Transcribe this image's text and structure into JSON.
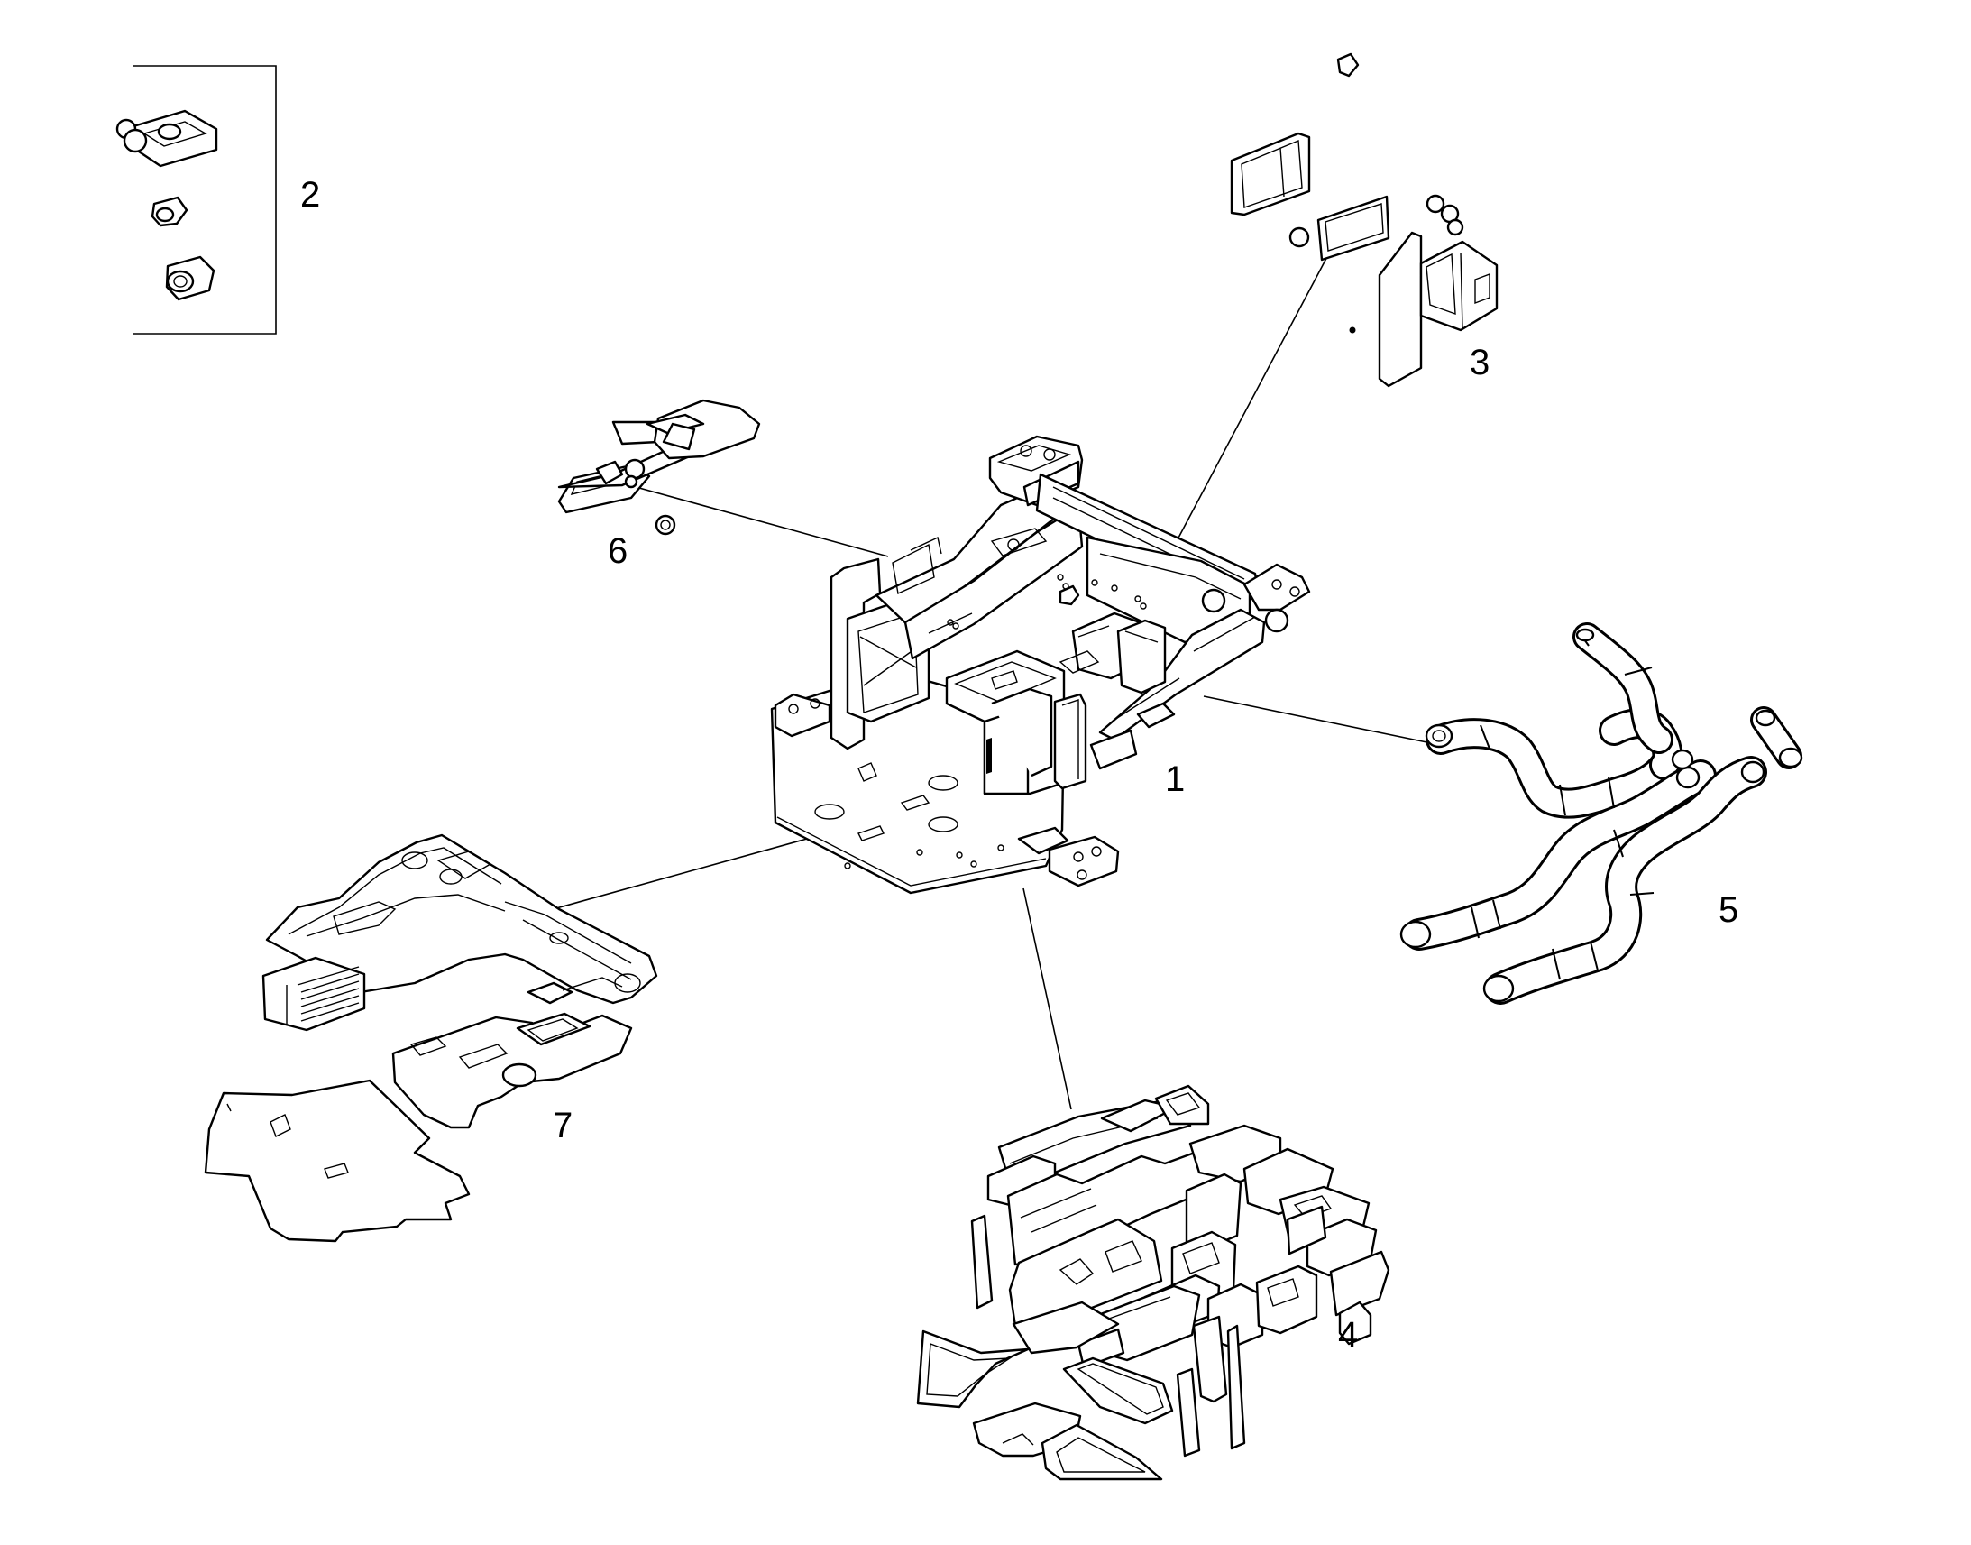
{
  "diagram": {
    "type": "exploded-parts-diagram",
    "callouts": [
      {
        "id": "1",
        "text": "1",
        "part": "main-frame"
      },
      {
        "id": "2",
        "text": "2",
        "part": "fastener-kit"
      },
      {
        "id": "3",
        "text": "3",
        "part": "bracket-panel-set"
      },
      {
        "id": "4",
        "text": "4",
        "part": "insulation-panel-set"
      },
      {
        "id": "5",
        "text": "5",
        "part": "hose-set"
      },
      {
        "id": "6",
        "text": "6",
        "part": "pedal-assembly"
      },
      {
        "id": "7",
        "text": "7",
        "part": "floor-tray-assembly"
      }
    ],
    "colors": {
      "line": "#000000",
      "background": "#ffffff"
    }
  }
}
